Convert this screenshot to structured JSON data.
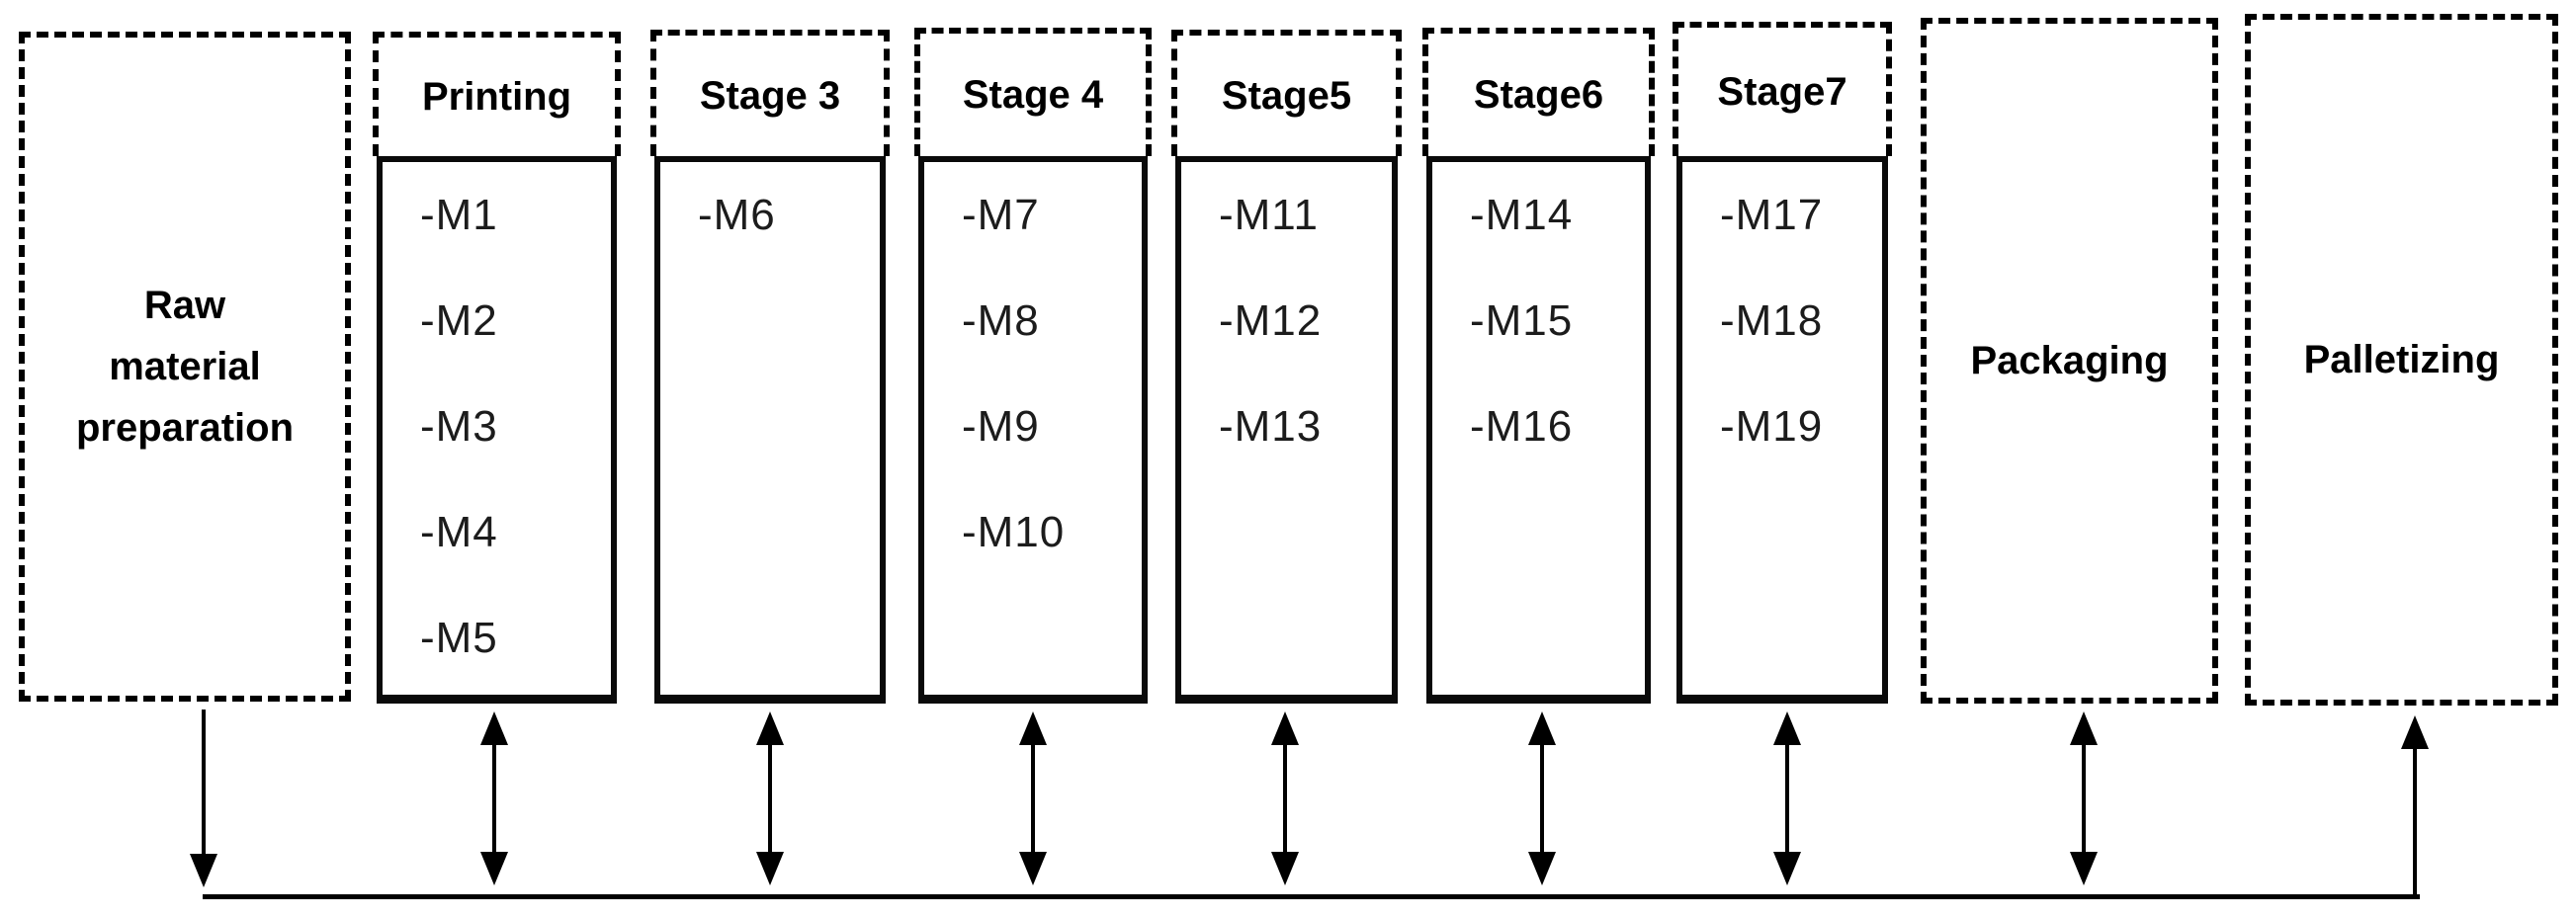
{
  "diagram": {
    "columns": [
      {
        "id": "raw-material-preparation",
        "title": "Raw material preparation",
        "style": "dashed-label",
        "machines": [],
        "arrow": "down"
      },
      {
        "id": "printing",
        "title": "Printing",
        "style": "stage",
        "machines": [
          "-M1",
          "-M2",
          "-M3",
          "-M4",
          "-M5"
        ],
        "arrow": "double"
      },
      {
        "id": "stage-3",
        "title": "Stage 3",
        "style": "stage",
        "machines": [
          "-M6"
        ],
        "arrow": "double"
      },
      {
        "id": "stage-4",
        "title": "Stage 4",
        "style": "stage",
        "machines": [
          "-M7",
          "-M8",
          "-M9",
          "-M10"
        ],
        "arrow": "double"
      },
      {
        "id": "stage-5",
        "title": "Stage5",
        "style": "stage",
        "machines": [
          "-M11",
          "-M12",
          "-M13"
        ],
        "arrow": "double"
      },
      {
        "id": "stage-6",
        "title": "Stage6",
        "style": "stage",
        "machines": [
          "-M14",
          "-M15",
          "-M16"
        ],
        "arrow": "double"
      },
      {
        "id": "stage-7",
        "title": "Stage7",
        "style": "stage",
        "machines": [
          "-M17",
          "-M18",
          "-M19"
        ],
        "arrow": "double"
      },
      {
        "id": "packaging",
        "title": "Packaging",
        "style": "dashed-label",
        "machines": [],
        "arrow": "double"
      },
      {
        "id": "palletizing",
        "title": "Palletizing",
        "style": "dashed-label",
        "machines": [],
        "arrow": "up"
      }
    ],
    "colors": {
      "border": "#000000",
      "background": "#ffffff",
      "title_text": "#000000",
      "machine_text": "#1c1c1c"
    }
  }
}
